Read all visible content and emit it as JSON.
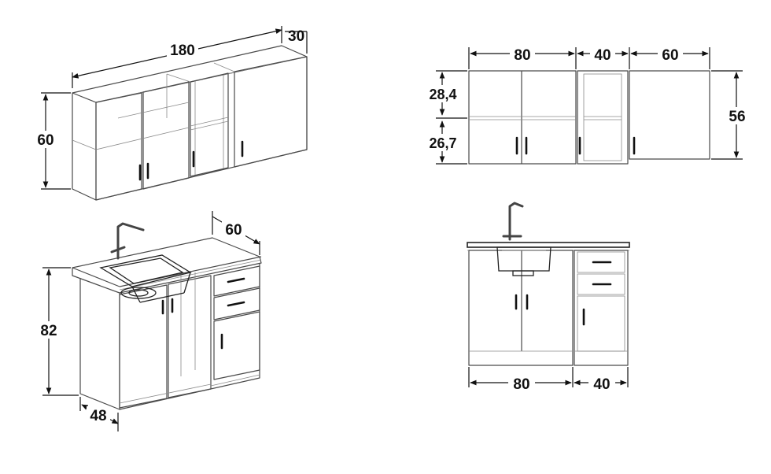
{
  "upper_iso": {
    "width": "180",
    "depth": "30",
    "height": "60"
  },
  "upper_front": {
    "w1": "80",
    "w2": "40",
    "w3": "60",
    "h_top": "28,4",
    "h_bottom": "26,7",
    "h_total": "56"
  },
  "lower_iso": {
    "depth_top": "60",
    "height": "82",
    "depth_base": "48"
  },
  "lower_front": {
    "w1": "80",
    "w2": "40"
  },
  "colors": {
    "line": "#4a4a4a",
    "dim": "#111111",
    "background": "#ffffff"
  }
}
